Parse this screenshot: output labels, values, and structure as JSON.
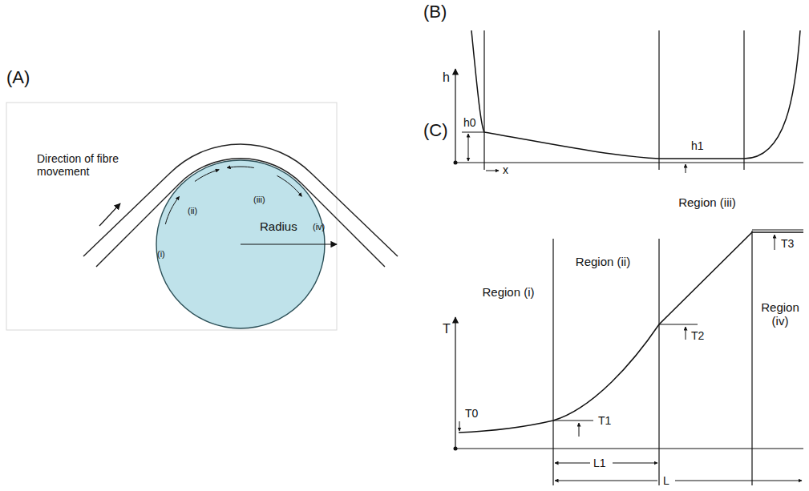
{
  "diagram": {
    "nodes": [
      {
        "text": [
          "Radius"
        ]
      }
    ],
    "labels": [
      "(A)",
      "Direction of fibre movement",
      "(i)",
      "(ii)",
      "(iii)",
      "(iv)",
      "(B)",
      "h",
      "h0",
      "h1",
      "x",
      "(C)",
      "Region (i)",
      "Region (ii)",
      "Region (iii)",
      "Region (iv)",
      "T",
      "T0",
      "T1",
      "T2",
      "T3",
      "L1",
      "L"
    ]
  }
}
